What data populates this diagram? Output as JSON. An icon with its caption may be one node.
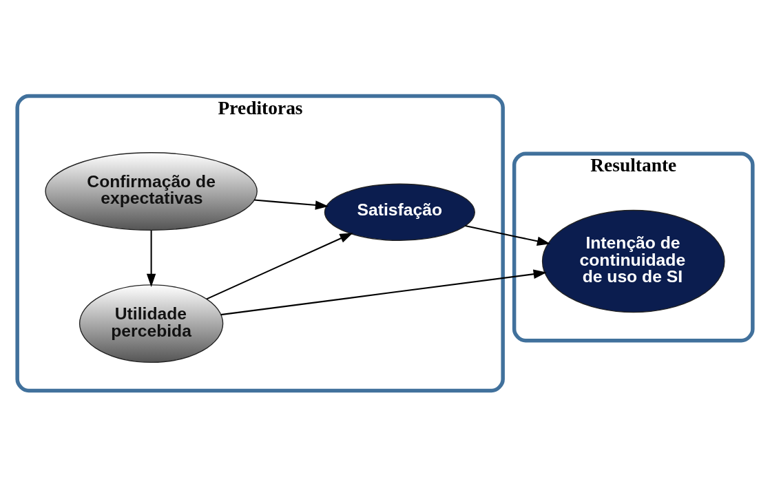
{
  "diagram": {
    "nodes": [
      {
        "text": [
          "Preditoras"
        ]
      },
      {
        "text": [
          "Utilidade percebida"
        ],
        "in": 0
      },
      {
        "text": [
          "Confirmação de expectativas"
        ],
        "in": 0
      },
      {
        "text": [
          "Satisfação"
        ],
        "in": 0
      },
      {
        "text": [
          "Resultante"
        ]
      },
      {
        "text": [
          "Intenção de continuidade de uso de SI"
        ],
        "in": 4
      }
    ],
    "edges": [
      {
        "from": 2,
        "to": 1,
        "arrow": "to"
      },
      {
        "from": 1,
        "to": 3,
        "arrow": "to"
      },
      {
        "from": 2,
        "to": 3,
        "arrow": "to"
      },
      {
        "from": 3,
        "to": 5,
        "arrow": "to"
      },
      {
        "from": 1,
        "to": 5,
        "arrow": "to"
      }
    ]
  }
}
